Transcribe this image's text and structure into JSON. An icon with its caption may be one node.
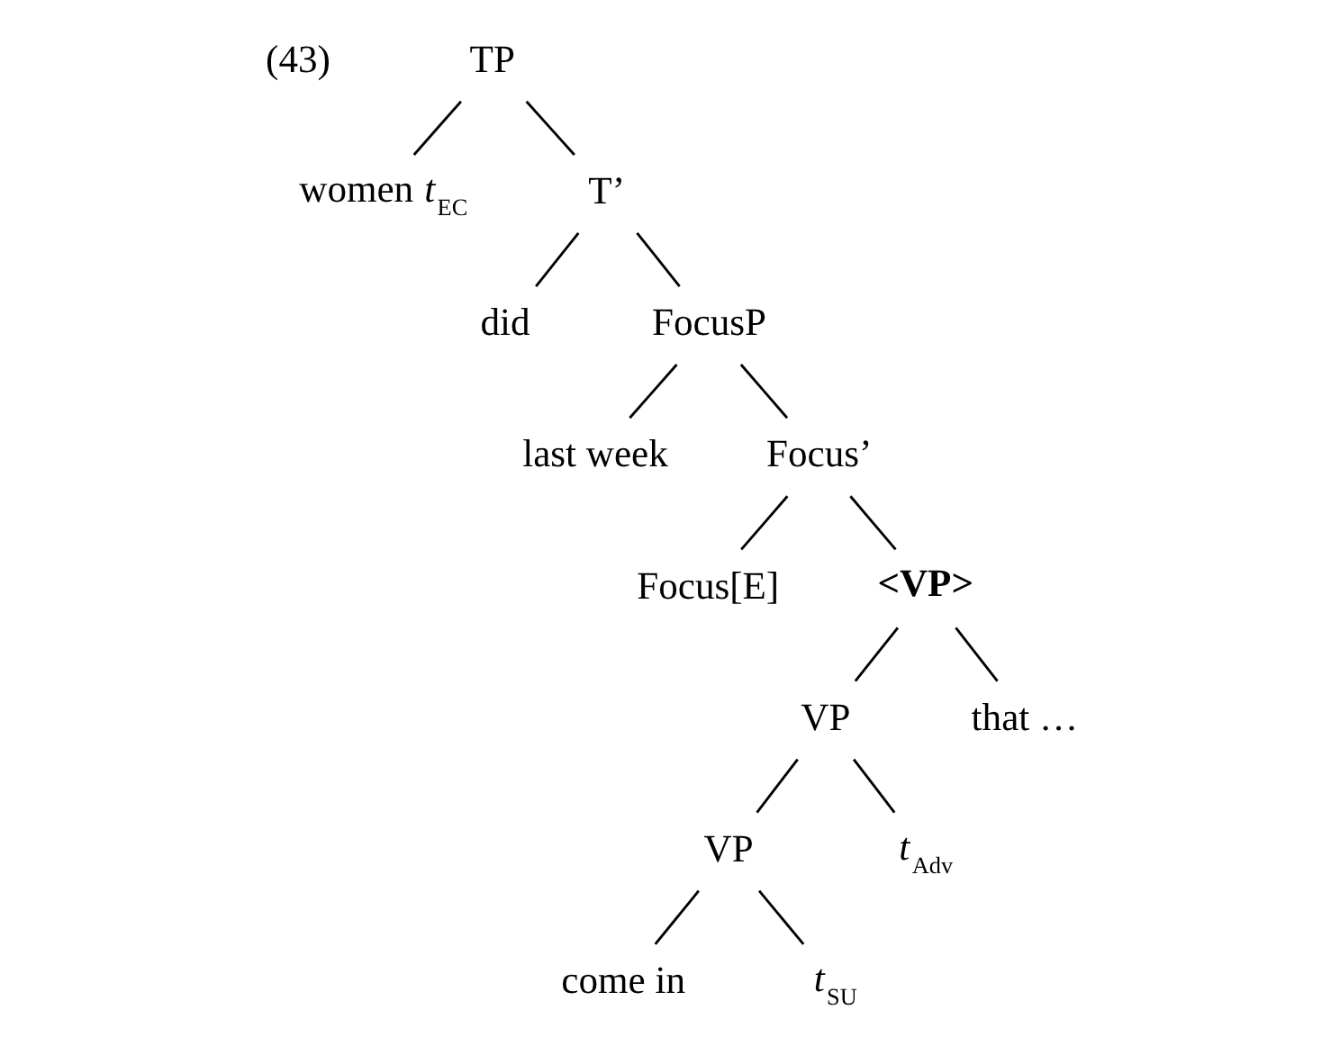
{
  "diagram": {
    "nodes": [
      {
        "text": [
          "TP"
        ]
      },
      {
        "text": [
          "women *t*$_{EC}$"
        ]
      },
      {
        "text": [
          "T’"
        ]
      },
      {
        "text": [
          "did"
        ]
      },
      {
        "text": [
          "FocusP"
        ]
      },
      {
        "text": [
          "last week"
        ]
      },
      {
        "text": [
          "Focus’"
        ]
      },
      {
        "text": [
          "Focus[E]"
        ]
      },
      {
        "text": [
          "<VP>"
        ]
      },
      {
        "text": [
          "VP"
        ]
      },
      {
        "text": [
          "that …"
        ]
      },
      {
        "text": [
          "VP"
        ]
      },
      {
        "text": [
          "*t*$_{Adv}$"
        ]
      },
      {
        "text": [
          "come in"
        ]
      },
      {
        "text": [
          "*t*$_{SU}$"
        ]
      }
    ],
    "edges": [
      {
        "from": 0,
        "to": 1,
        "arrow": "none"
      },
      {
        "from": 0,
        "to": 2,
        "arrow": "none"
      },
      {
        "from": 2,
        "to": 3,
        "arrow": "none"
      },
      {
        "from": 2,
        "to": 4,
        "arrow": "none"
      },
      {
        "from": 4,
        "to": 5,
        "arrow": "none"
      },
      {
        "from": 4,
        "to": 6,
        "arrow": "none"
      },
      {
        "from": 6,
        "to": 7,
        "arrow": "none"
      },
      {
        "from": 6,
        "to": 8,
        "arrow": "none"
      },
      {
        "from": 8,
        "to": 9,
        "arrow": "none"
      },
      {
        "from": 8,
        "to": 10,
        "arrow": "none"
      },
      {
        "from": 9,
        "to": 11,
        "arrow": "none"
      },
      {
        "from": 9,
        "to": 12,
        "arrow": "none"
      },
      {
        "from": 11,
        "to": 13,
        "arrow": "none"
      },
      {
        "from": 11,
        "to": 14,
        "arrow": "none"
      }
    ],
    "labels": [
      "(43)"
    ]
  }
}
